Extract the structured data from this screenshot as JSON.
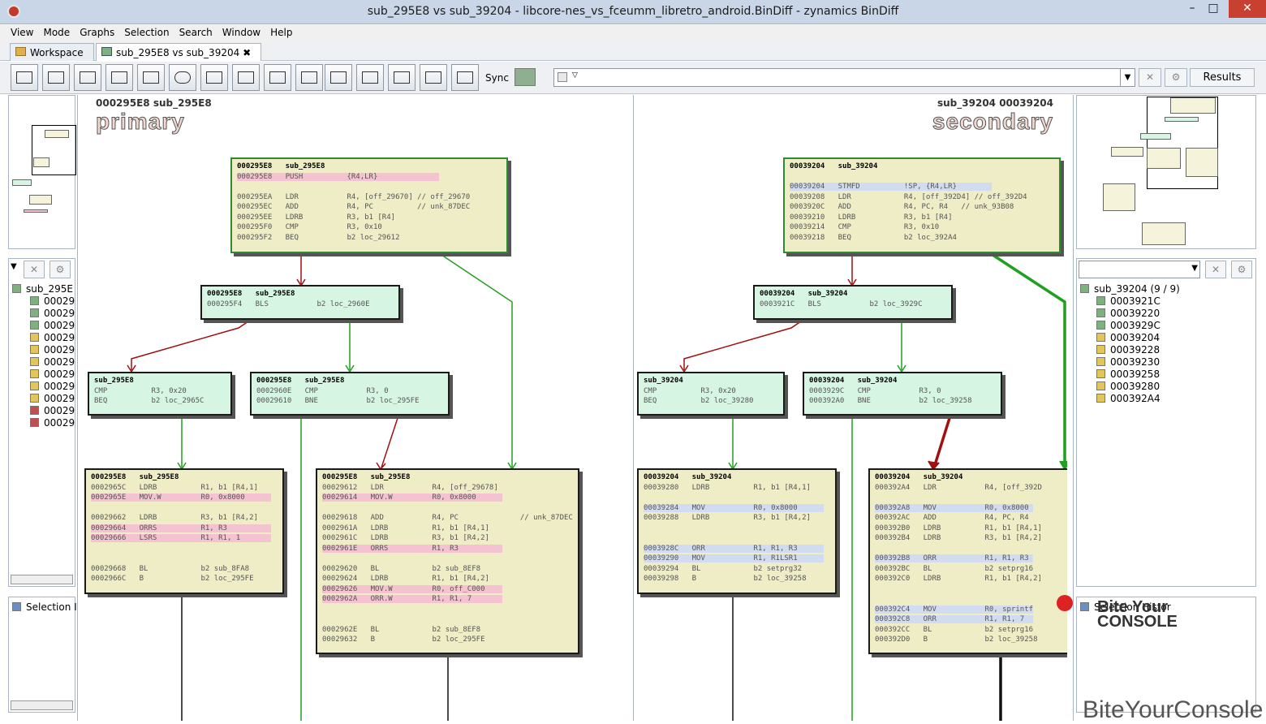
{
  "window": {
    "title": "sub_295E8 vs sub_39204 - libcore-nes_vs_fceumm_libretro_android.BinDiff - zynamics BinDiff"
  },
  "menu": [
    "View",
    "Mode",
    "Graphs",
    "Selection",
    "Search",
    "Window",
    "Help"
  ],
  "tabs": [
    {
      "label": "Workspace"
    },
    {
      "label": "sub_295E8 vs sub_39204"
    }
  ],
  "toolbar": {
    "sync_label": "Sync",
    "results_label": "Results"
  },
  "left_tree": {
    "root": "sub_295E",
    "items": [
      "00029",
      "00029",
      "00029",
      "00029",
      "00029",
      "00029",
      "00029",
      "00029",
      "00029",
      "00029",
      "00029"
    ],
    "selection_label": "Selection I"
  },
  "right_tree": {
    "root": "sub_39204 (9 / 9)",
    "items": [
      "0003921C",
      "00039220",
      "0003929C",
      "00039204",
      "00039228",
      "00039230",
      "00039258",
      "00039280",
      "000392A4"
    ],
    "selection_label": "Selection Histor"
  },
  "primary": {
    "header": "000295E8  sub_295E8",
    "label": "primary"
  },
  "secondary": {
    "header": "sub_39204  00039204",
    "label": "secondary"
  },
  "watermark": {
    "line1": "Bite Your",
    "line2": "CONSOLE",
    "bottom": "BiteYourConsole"
  }
}
